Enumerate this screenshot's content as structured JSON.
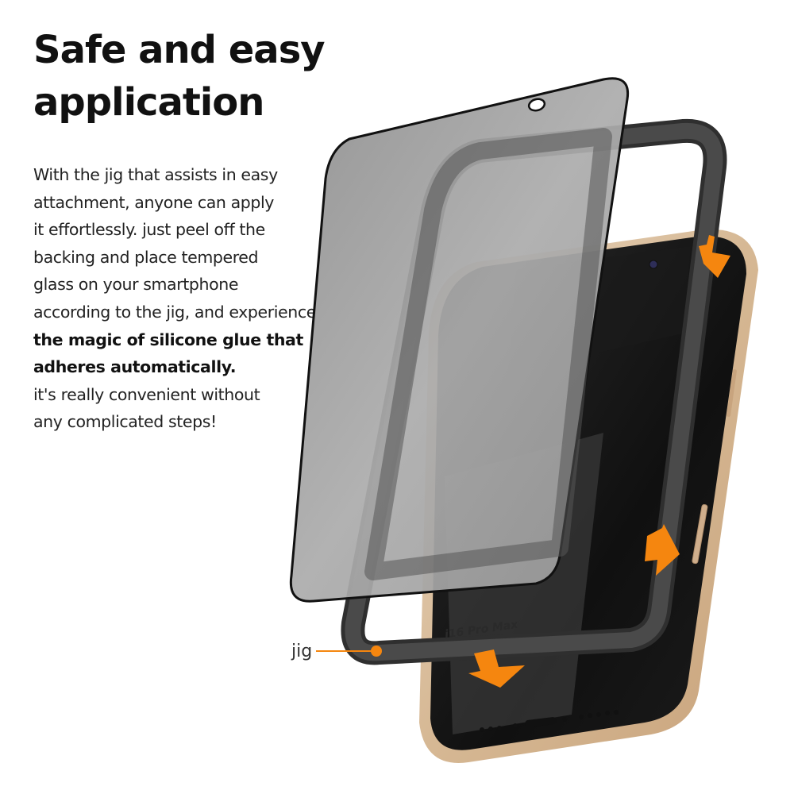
{
  "header": {
    "title_lines": [
      "Safe and easy",
      "application"
    ]
  },
  "description": {
    "lines": [
      {
        "text": "With the jig that assists in easy",
        "bold": false
      },
      {
        "text": "attachment, anyone can apply",
        "bold": false
      },
      {
        "text": "it effortlessly. just peel off the",
        "bold": false
      },
      {
        "text": "backing and place tempered",
        "bold": false
      },
      {
        "text": "glass on your smartphone",
        "bold": false
      },
      {
        "text": "according to the jig, and experience",
        "bold": false
      },
      {
        "text": "the magic of silicone glue that",
        "bold": true
      },
      {
        "text": "adheres automatically.",
        "bold": true
      },
      {
        "text": "it's really convenient without",
        "bold": false
      },
      {
        "text": "any complicated steps!",
        "bold": false
      }
    ]
  },
  "illustration": {
    "callout_label": "jig",
    "jig_emboss_text": "i16 Pro Max",
    "colors": {
      "accent_orange": "#f5860f",
      "glass_gray": "#a8a8a8",
      "jig_dark": "#3a3a3a",
      "phone_frame_gold": "#d9bfa3",
      "screen_black": "#141414"
    }
  }
}
